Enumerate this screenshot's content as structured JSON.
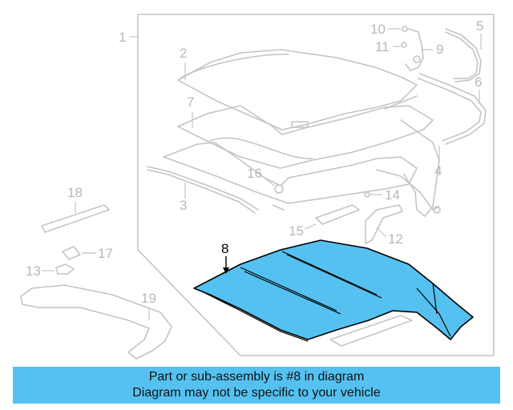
{
  "labels": {
    "n1": "1",
    "n2": "2",
    "n3": "3",
    "n4": "4",
    "n5": "5",
    "n6": "6",
    "n7": "7",
    "n8": "8",
    "n9": "9",
    "n10": "10",
    "n11": "11",
    "n12": "12",
    "n13": "13",
    "n14": "14",
    "n15": "15",
    "n16": "16",
    "n17": "17",
    "n18": "18",
    "n19": "19"
  },
  "highlight": {
    "part": "8",
    "color": "#55c1f0"
  },
  "banner": {
    "line1": "Part or sub-assembly is #8 in diagram",
    "line2": "Diagram may not be specific to your vehicle",
    "color": "#55c1f0"
  }
}
